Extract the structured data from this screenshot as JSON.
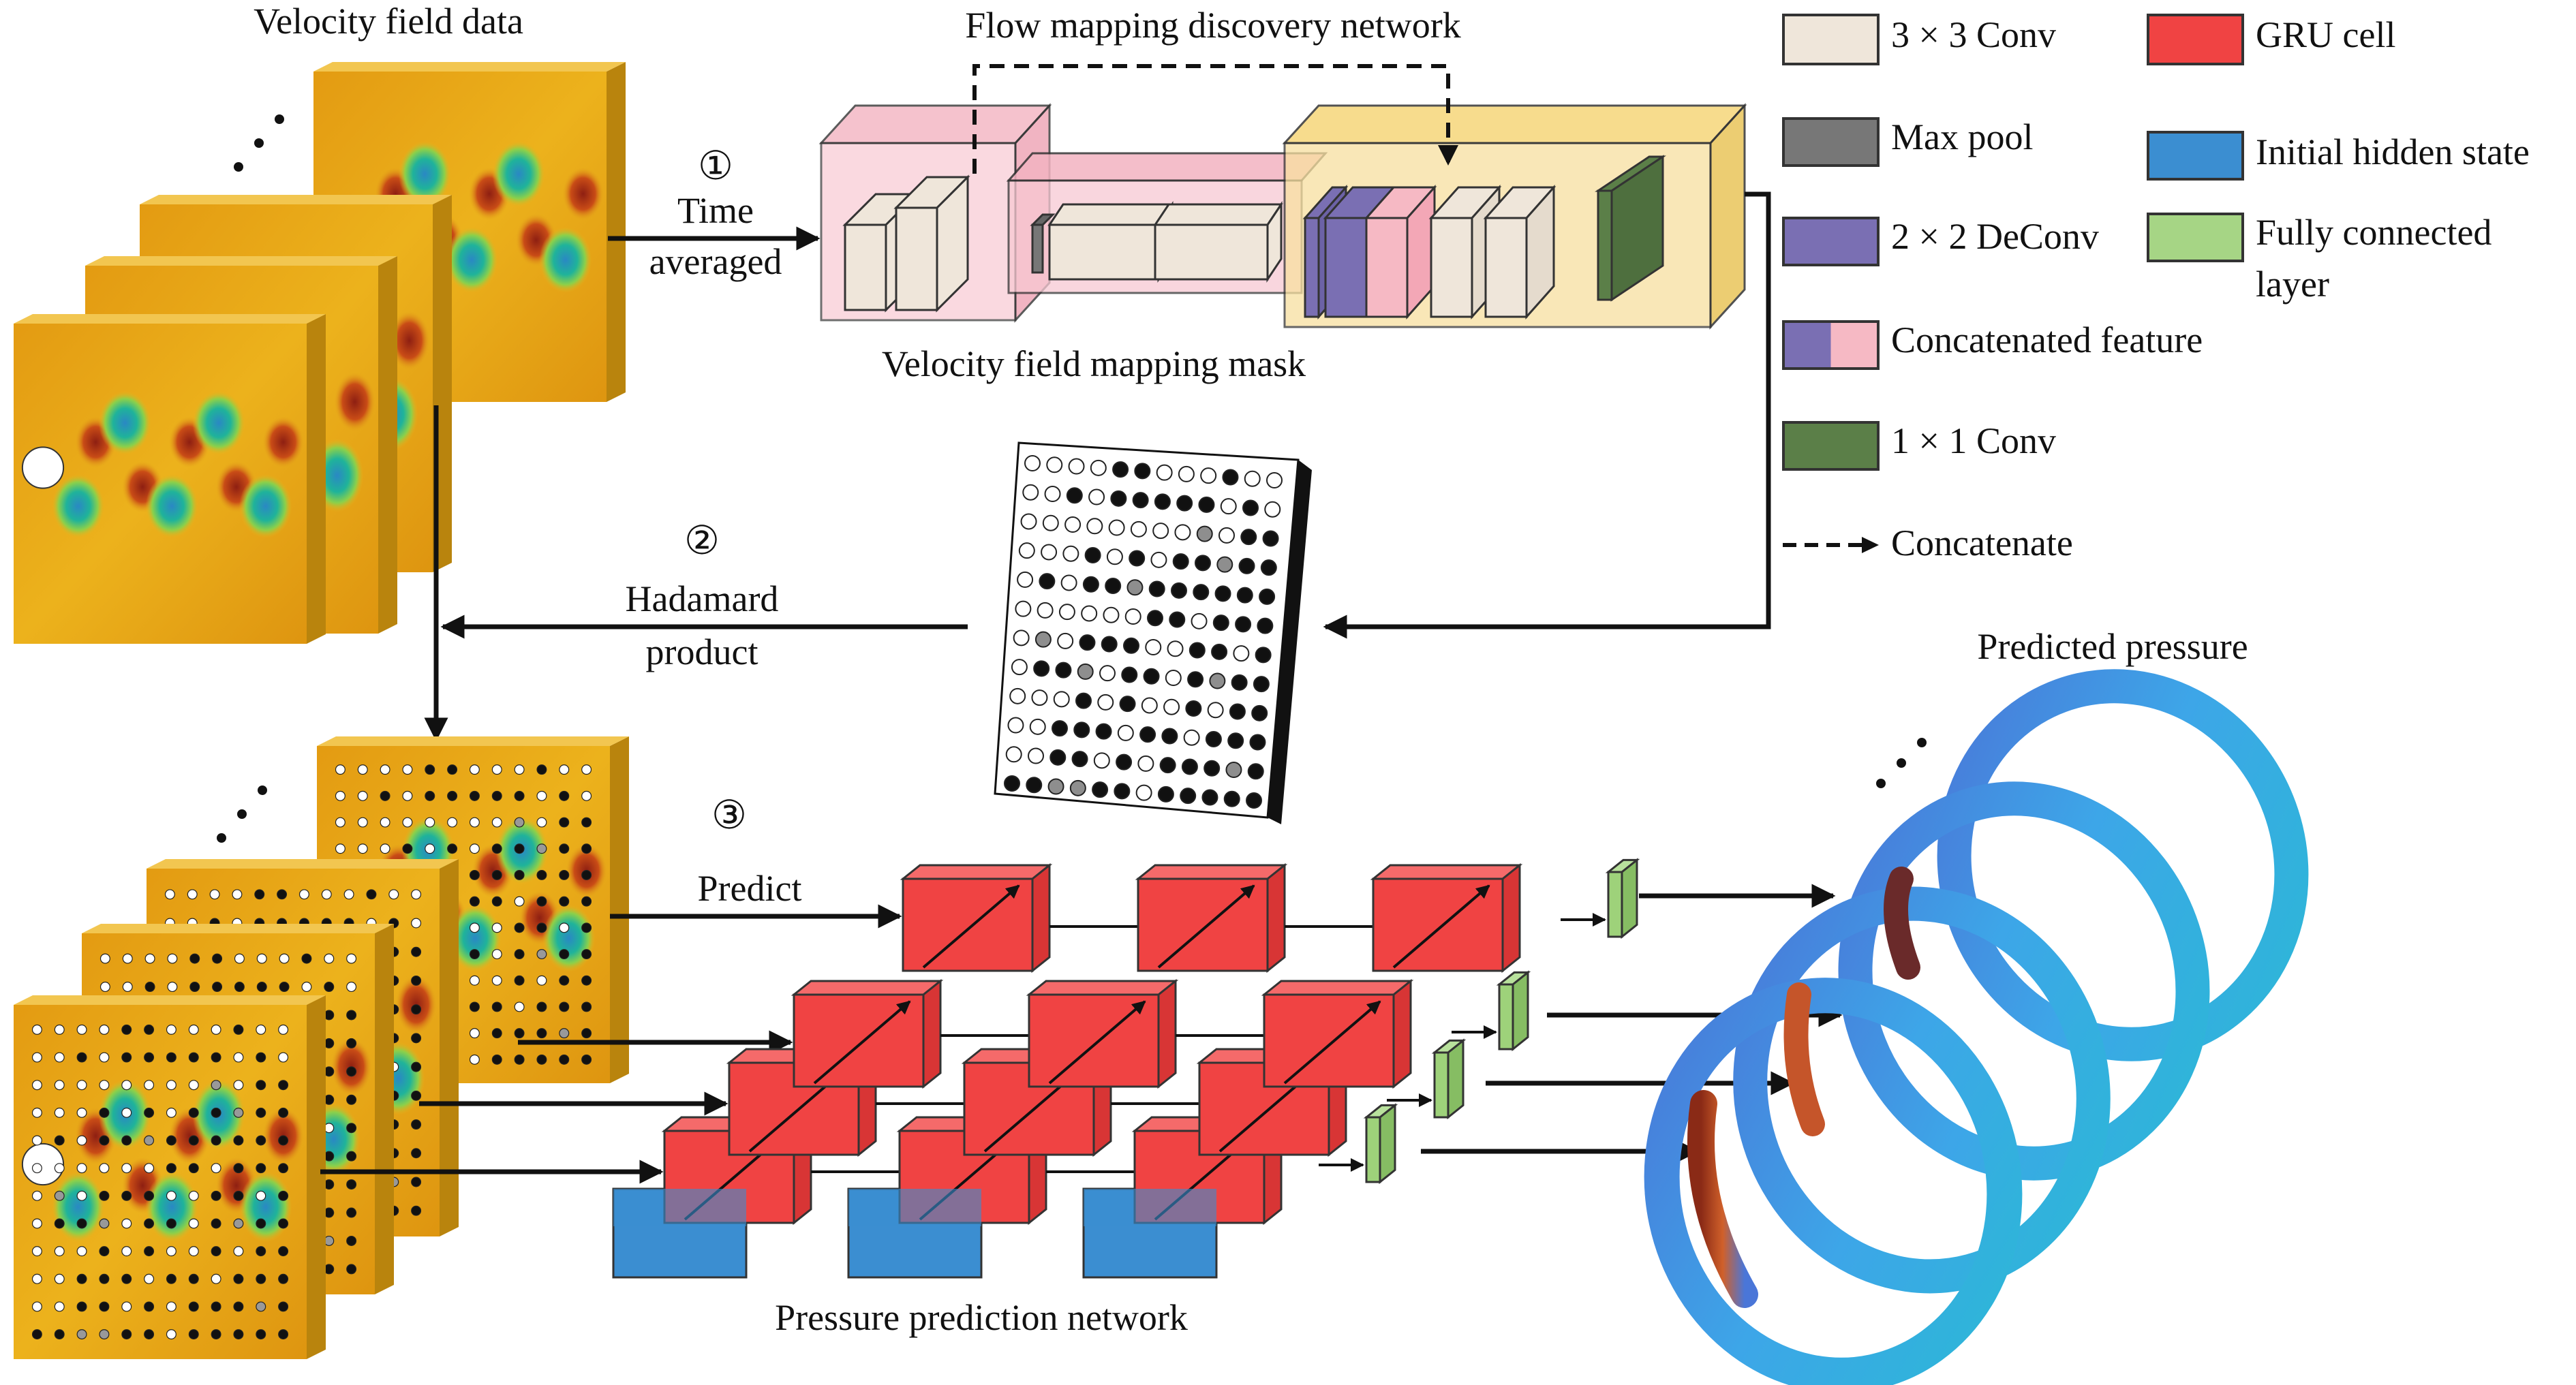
{
  "titles": {
    "velocity_field_data": "Velocity field data",
    "flow_mapping_network": "Flow mapping discovery network",
    "velocity_mapping_mask": "Velocity field mapping mask",
    "pressure_prediction_network": "Pressure prediction network",
    "predicted_pressure": "Predicted pressure"
  },
  "steps": [
    {
      "number": "①",
      "text_line1": "Time",
      "text_line2": "averaged"
    },
    {
      "number": "②",
      "text_line1": "Hadamard",
      "text_line2": "product"
    },
    {
      "number": "③",
      "text_line1": "Predict",
      "text_line2": ""
    }
  ],
  "legend": [
    {
      "id": "conv3",
      "label": "3 × 3 Conv",
      "color": "#efe6da"
    },
    {
      "id": "maxpool",
      "label": "Max pool",
      "color": "#777777"
    },
    {
      "id": "deconv",
      "label": "2 × 2 DeConv",
      "color": "#7a6fb3"
    },
    {
      "id": "concat",
      "label": "Concatenated feature",
      "color_left": "#7a6fb3",
      "color_right": "#f6b9c4"
    },
    {
      "id": "conv1",
      "label": "1 × 1 Conv",
      "color": "#5b7f48"
    },
    {
      "id": "concatenate",
      "label": "Concatenate",
      "style": "dashed-arrow"
    },
    {
      "id": "gru",
      "label": "GRU cell",
      "color": "#f04343"
    },
    {
      "id": "hidden",
      "label": "Initial hidden state",
      "color": "#3b8ed1"
    },
    {
      "id": "fc",
      "label": "Fully connected",
      "label_line2": "layer",
      "color": "#a6d585"
    }
  ],
  "colors": {
    "field_base": "#e6a818",
    "mask_block": "#f7c8d2",
    "decoder_block": "#f7dd8a",
    "gru": "#f04343",
    "hidden": "#3b8ed1",
    "fc": "#9ed27a"
  },
  "mask_grid": [
    "ooooxxoooxoo",
    "ooxoxxxxxoxo",
    "oooooooogoxx",
    "oooxoxoxxgxx",
    "oxoxxgxxxxxx",
    "ooooooxxoxxx",
    "ogoxxxooxxox",
    "oxxgoxxoxgxx",
    "oooxoxooxoxx",
    "ooxxxoxxoxxx",
    "ooxxoxoxxxgx",
    "xxggxxoxxxxx"
  ]
}
